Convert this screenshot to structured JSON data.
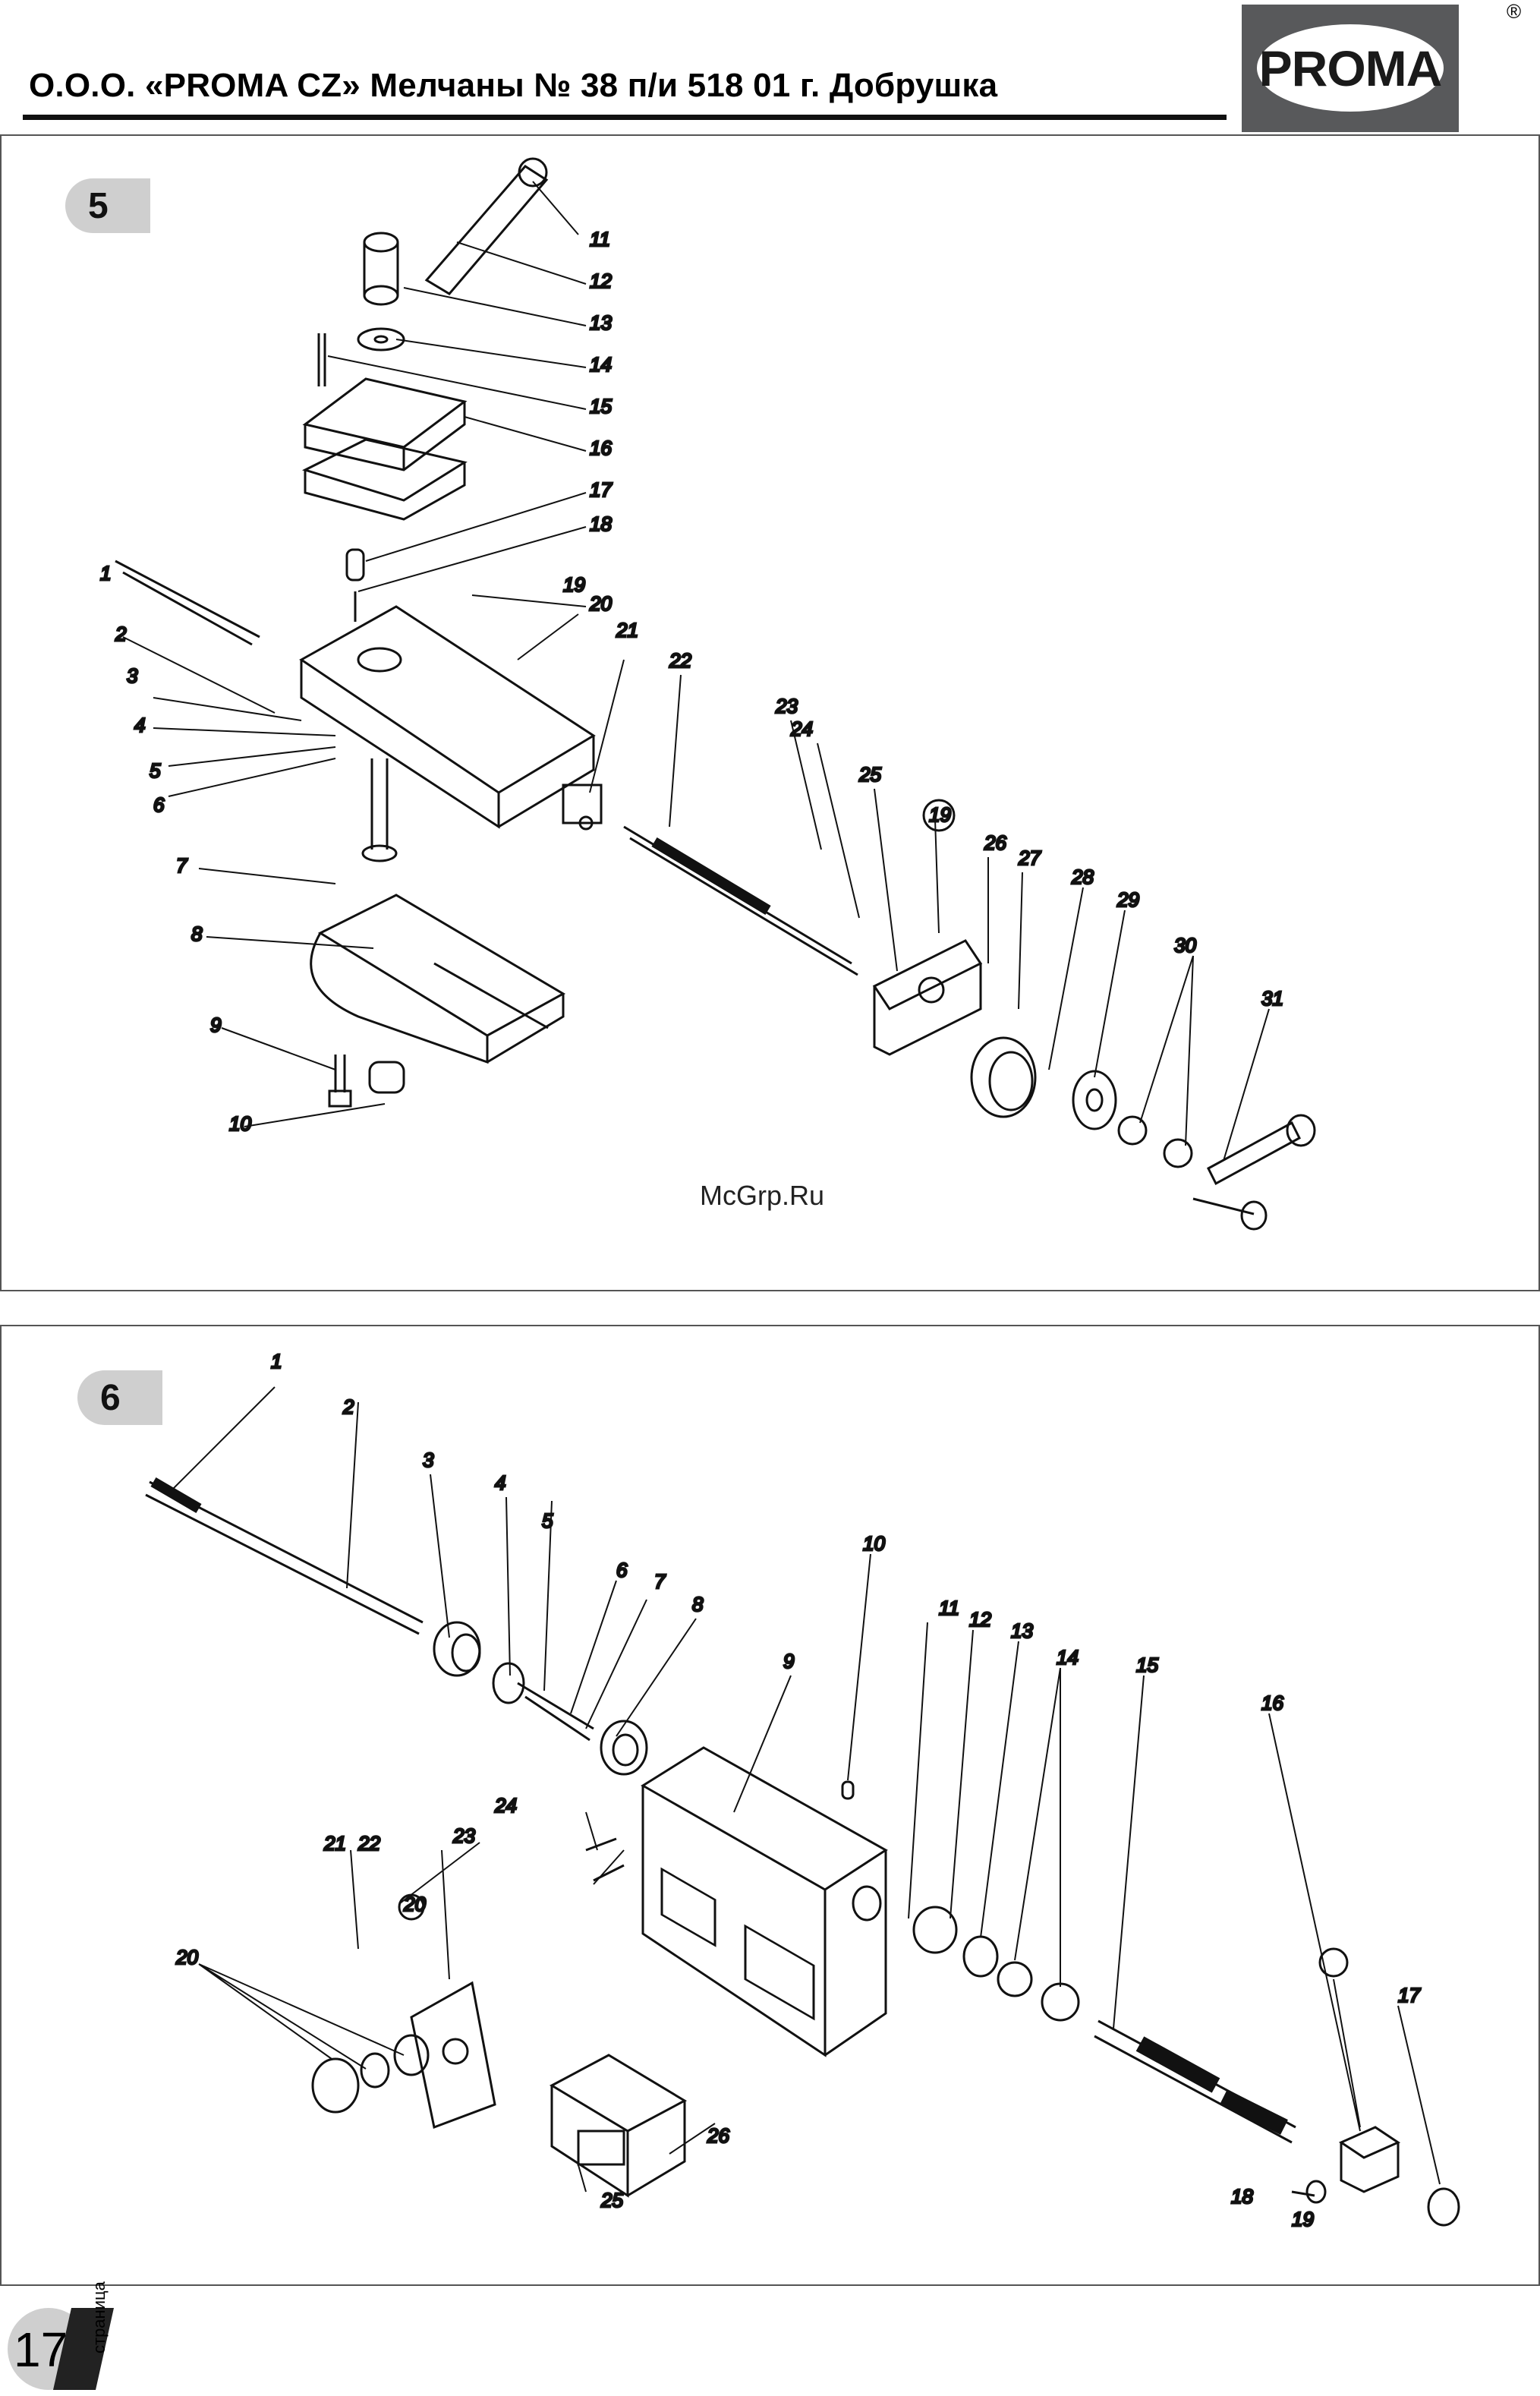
{
  "header": {
    "title": "О.О.О. «PROMA CZ» Мелчаны № 38 п/и 518 01 г. Добрушка"
  },
  "logo": {
    "text": "PROMA",
    "registered": "®"
  },
  "figure5": {
    "badge": "5",
    "labels": [
      "1",
      "2",
      "3",
      "4",
      "5",
      "6",
      "7",
      "8",
      "9",
      "10",
      "11",
      "12",
      "13",
      "14",
      "15",
      "16",
      "17",
      "18",
      "19",
      "20",
      "21",
      "22",
      "23",
      "24",
      "25",
      "26",
      "27",
      "28",
      "29",
      "30",
      "31"
    ]
  },
  "figure6": {
    "badge": "6",
    "labels": [
      "1",
      "2",
      "3",
      "4",
      "5",
      "6",
      "7",
      "8",
      "9",
      "10",
      "11",
      "12",
      "13",
      "14",
      "15",
      "16",
      "17",
      "18",
      "19",
      "20",
      "20",
      "21",
      "22",
      "23",
      "24",
      "25",
      "26"
    ]
  },
  "watermark": "McGrp.Ru",
  "footer": {
    "page_number": "17",
    "page_word": "страница"
  }
}
